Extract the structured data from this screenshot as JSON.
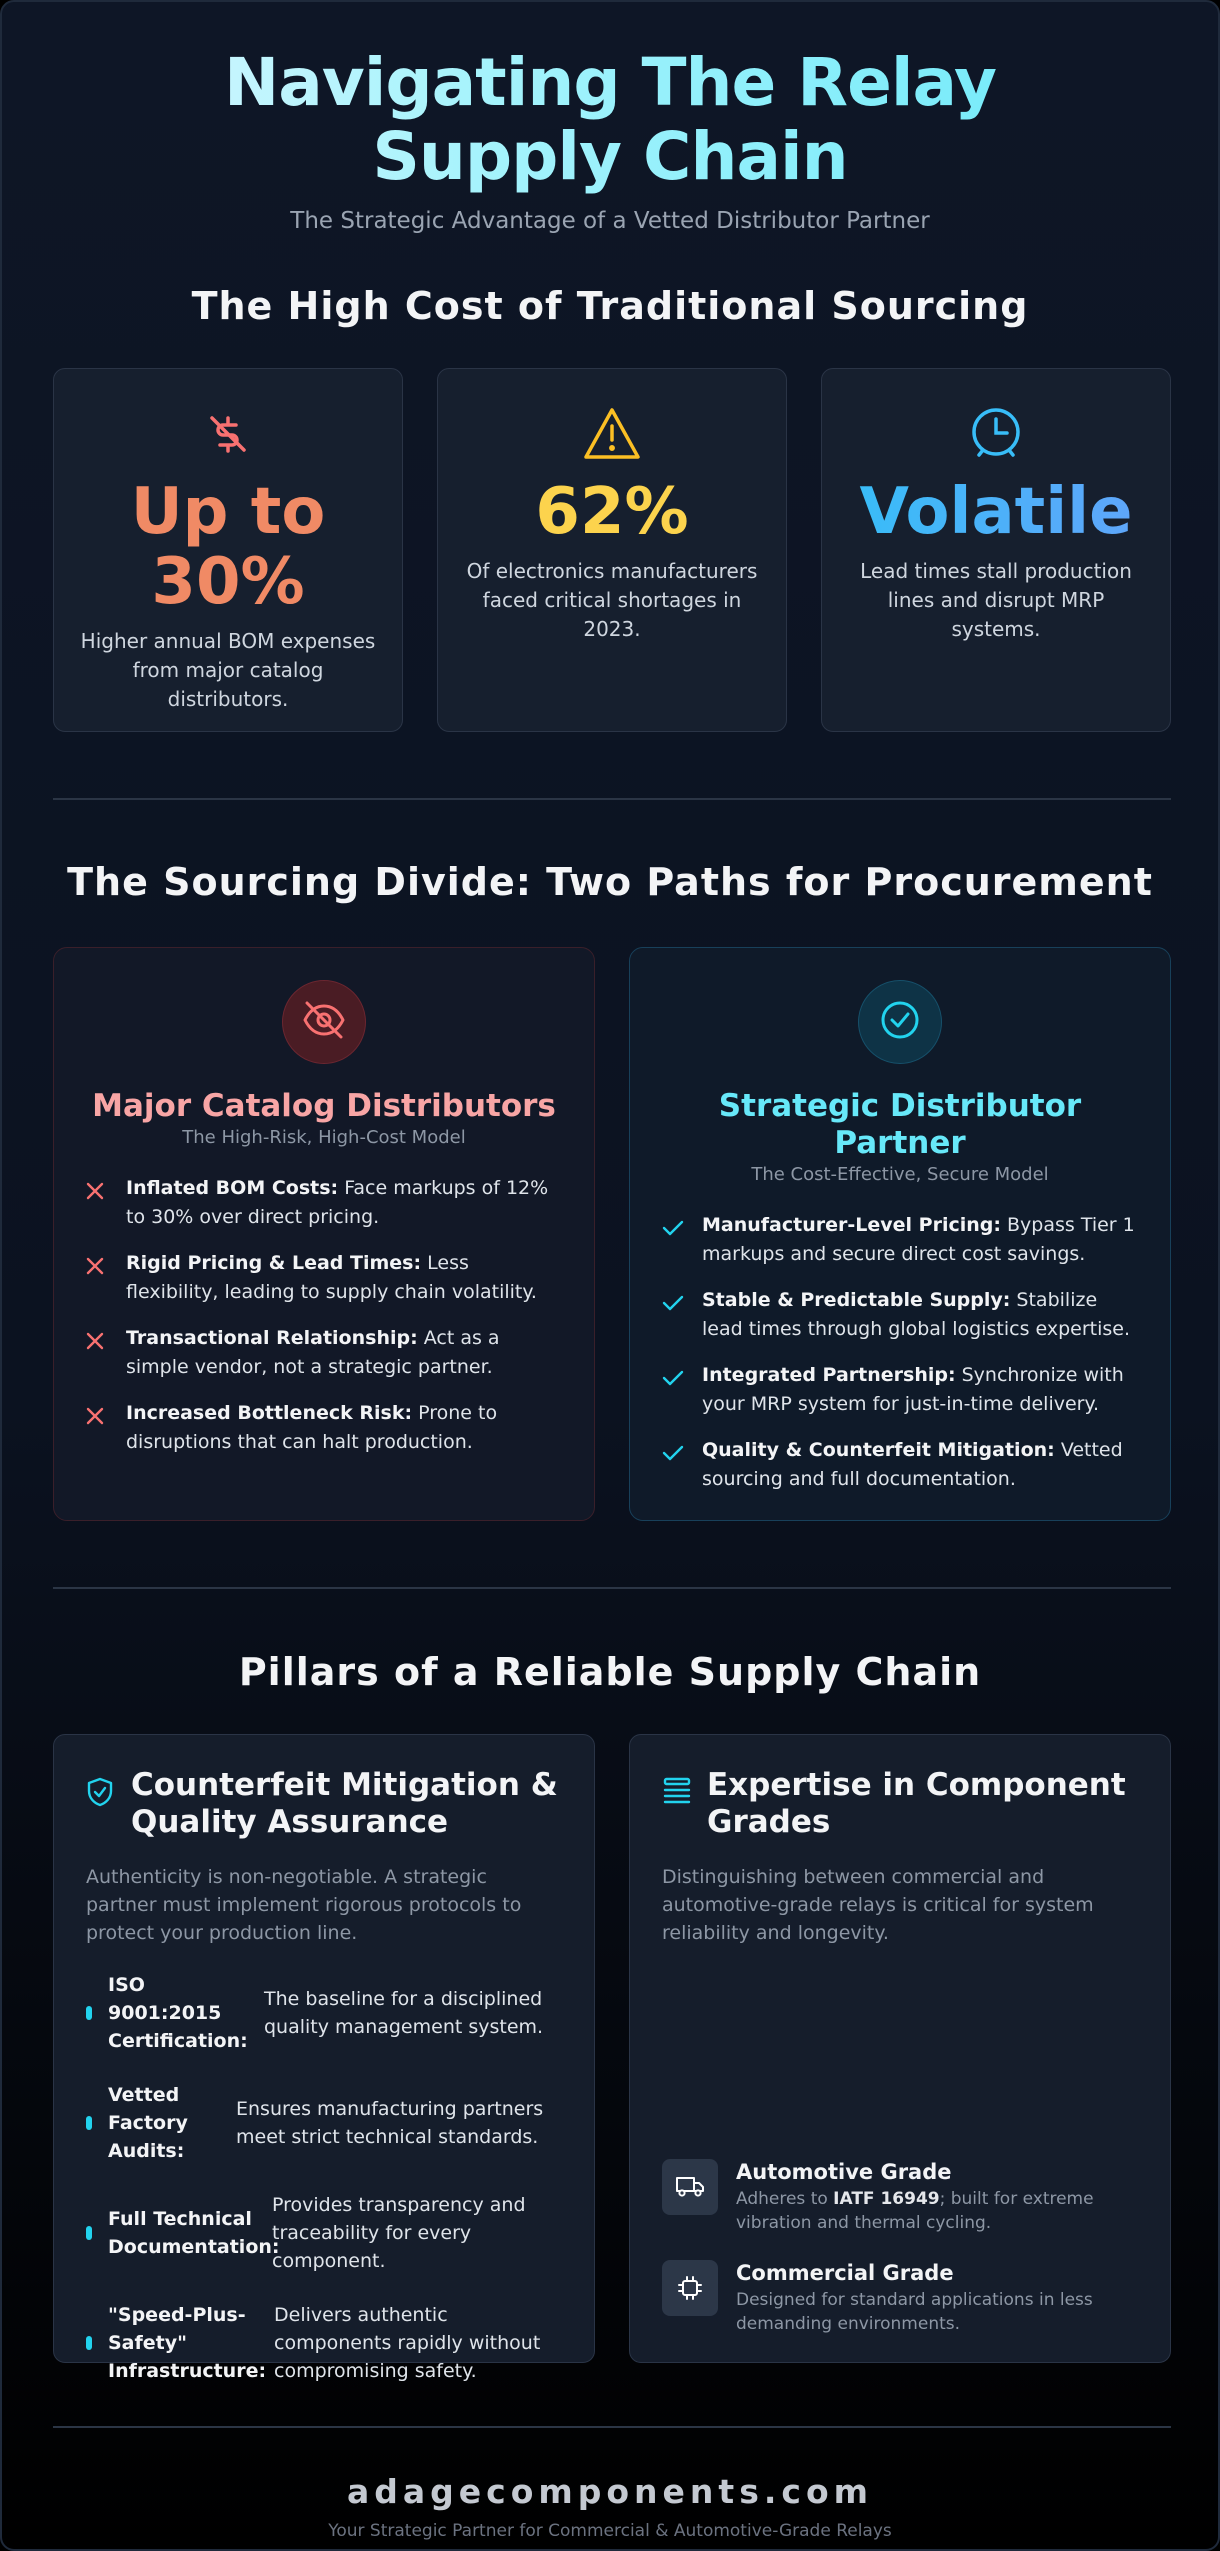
{
  "hero": {
    "title": "Navigating The Relay Supply Chain",
    "subtitle": "The Strategic Advantage of a Vetted Distributor Partner"
  },
  "cost_section": {
    "title": "The High Cost of Traditional Sourcing",
    "cards": [
      {
        "icon": "dollar-slash-icon",
        "value": "Up to 30%",
        "color": "#f08a65",
        "text": "Higher annual BOM expenses from major catalog distributors."
      },
      {
        "icon": "warning-triangle-icon",
        "value": "62%",
        "color": "#fcd34d",
        "text": "Of electronics manufacturers faced critical shortages in 2023."
      },
      {
        "icon": "alarm-clock-icon",
        "value": "Volatile",
        "color": "#38bdf8",
        "text": "Lead times stall production lines and disrupt MRP systems."
      }
    ]
  },
  "divide_section": {
    "title": "The Sourcing Divide: Two Paths for Procurement",
    "catalog": {
      "icon": "eye-slash-icon",
      "title": "Major Catalog Distributors",
      "tagline": "The High-Risk, High-Cost Model",
      "items": [
        {
          "label": "Inflated BOM Costs:",
          "text": "Face markups of 12% to 30% over direct pricing."
        },
        {
          "label": "Rigid Pricing & Lead Times:",
          "text": "Less flexibility, leading to supply chain volatility."
        },
        {
          "label": "Transactional Relationship:",
          "text": "Act as a simple vendor, not a strategic partner."
        },
        {
          "label": "Increased Bottleneck Risk:",
          "text": "Prone to disruptions that can halt production."
        }
      ]
    },
    "partner": {
      "icon": "check-circle-icon",
      "title": "Strategic Distributor Partner",
      "tagline": "The Cost-Effective, Secure Model",
      "items": [
        {
          "label": "Manufacturer-Level Pricing:",
          "text": "Bypass Tier 1 markups and secure direct cost savings."
        },
        {
          "label": "Stable & Predictable Supply:",
          "text": "Stabilize lead times through global logistics expertise."
        },
        {
          "label": "Integrated Partnership:",
          "text": "Synchronize with your MRP system for just-in-time delivery."
        },
        {
          "label": "Quality & Counterfeit Mitigation:",
          "text": "Vetted sourcing and full documentation."
        }
      ]
    }
  },
  "pillars_section": {
    "title": "Pillars of a Reliable Supply Chain",
    "quality": {
      "icon": "shield-check-icon",
      "title": "Counterfeit Mitigation & Quality Assurance",
      "intro": "Authenticity is non-negotiable. A strategic partner must implement rigorous protocols to protect your production line.",
      "items": [
        {
          "label": "ISO 9001:2015 Certification:",
          "text": "The baseline for a disciplined quality management system."
        },
        {
          "label": "Vetted Factory Audits:",
          "text": "Ensures manufacturing partners meet strict technical standards."
        },
        {
          "label": "Full Technical Documentation:",
          "text": "Provides transparency and traceability for every component."
        },
        {
          "label": "\"Speed-Plus-Safety\" Infrastructure:",
          "text": "Delivers authentic components rapidly without compromising safety."
        }
      ]
    },
    "grades": {
      "icon": "layers-list-icon",
      "title": "Expertise in Component Grades",
      "intro": "Distinguishing between commercial and automotive-grade relays is critical for system reliability and longevity.",
      "automotive": {
        "icon": "truck-icon",
        "title": "Automotive Grade",
        "text_before": "Adheres to",
        "standard": "IATF 16949",
        "text_after": "; built for extreme vibration and thermal cycling."
      },
      "commercial": {
        "icon": "chip-icon",
        "title": "Commercial Grade",
        "text": "Designed for standard applications in less demanding environments."
      }
    }
  },
  "footer": {
    "domain": "adagecomponents.com",
    "tagline": "Your Strategic Partner for Commercial & Automotive-Grade Relays"
  }
}
